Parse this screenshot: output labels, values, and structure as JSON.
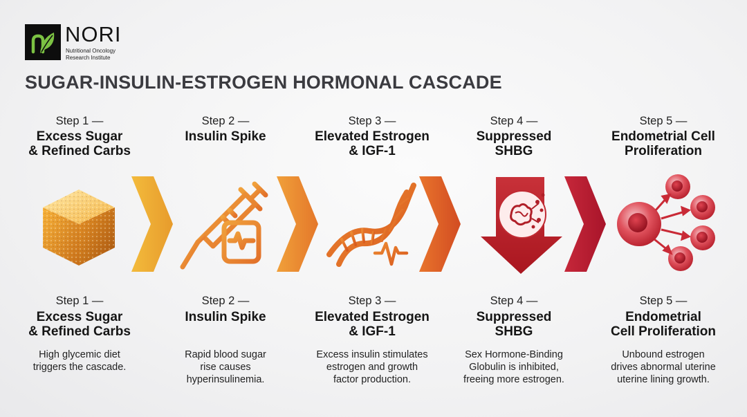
{
  "brand": {
    "name": "NORI",
    "subtitle_line1": "Nutritional Oncology",
    "subtitle_line2": "Research Institute"
  },
  "title": "SUGAR-INSULIN-ESTROGEN HORMONAL CASCADE",
  "steps": [
    {
      "num": "Step 1 —",
      "title": "Excess Sugar\n& Refined Carbs",
      "bottom_title": "Excess Sugar\n& Refined Carbs",
      "desc": "High glycemic diet\ntriggers the cascade.",
      "icon": "sugar-cube-icon",
      "color": "#e8a030"
    },
    {
      "num": "Step 2 —",
      "title": "Insulin Spike",
      "bottom_title": "Insulin Spike",
      "desc": "Rapid blood sugar\nrise causes\nhyperinsulinemia.",
      "icon": "syringe-glucometer-icon",
      "color": "#e8892a"
    },
    {
      "num": "Step 3 —",
      "title": "Elevated Estrogen\n& IGF-1",
      "bottom_title": "Elevated Estrogen\n& IGF-1",
      "desc": "Excess insulin stimulates\nestrogen and growth\nfactor production.",
      "icon": "dna-icon",
      "color": "#e06422"
    },
    {
      "num": "Step 4 —",
      "title": "Suppressed\nSHBG",
      "bottom_title": "Suppressed\nSHBG",
      "desc": "Sex Hormone-Binding\nGlobulin is inhibited,\nfreeing more estrogen.",
      "icon": "down-arrow-icon",
      "color": "#c0262e"
    },
    {
      "num": "Step 5 —",
      "title": "Endometrial Cell\nProliferation",
      "bottom_title": "Endometrial\nCell Proliferation",
      "desc": "Unbound estrogen\ndrives abnormal uterine\nuterine lining growth.",
      "icon": "cells-icon",
      "color": "#d9303e"
    }
  ]
}
